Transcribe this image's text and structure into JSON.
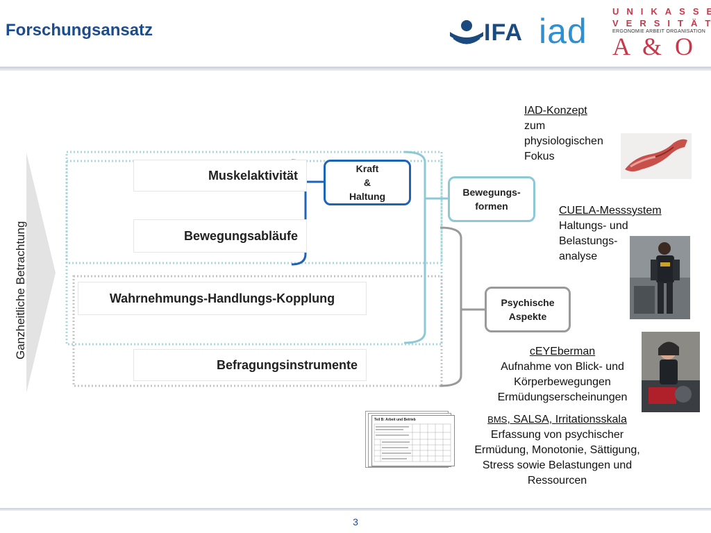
{
  "header": {
    "title": "Forschungsansatz",
    "logos": {
      "ifa": "IFA",
      "iad": "IAD",
      "uni_line1": "UNIKASSEL",
      "uni_line2": "VERSITÄT",
      "uni_line3": "ERGONOMIE ARBEIT ORGANISATION",
      "uni_ao": "A & O"
    }
  },
  "side_label": "Ganzheitliche Betrachtung",
  "rows": {
    "muskel": "Muskelaktivität",
    "bewegung": "Bewegungsabläufe",
    "wahrnehmung": "Wahrnehmungs-Handlungs-Kopplung",
    "befragung": "Befragungsinstrumente"
  },
  "nodes": {
    "kraft": [
      "Kraft",
      "&",
      "Haltung"
    ],
    "bewegungsformen": [
      "Bewegungs-",
      "formen"
    ],
    "psychische": [
      "Psychische",
      "Aspekte"
    ]
  },
  "annotations": {
    "iad": {
      "title": "IAD-Konzept",
      "lines": [
        "zum",
        "physiologischen",
        "Fokus"
      ]
    },
    "cuela": {
      "title": "CUELA-Messsystem",
      "lines": [
        "Haltungs- und",
        "Belastungs-",
        "analyse"
      ]
    },
    "ceye": {
      "title": "cEYEberman",
      "lines": [
        "Aufnahme von Blick- und",
        "Körperbewegungen",
        "Ermüdungserscheinungen"
      ]
    },
    "bms": {
      "title_small": "BMS",
      "title_rest": ", SALSA, Irritationsskala",
      "lines": [
        "Erfassung von psychischer",
        "Ermüdung, Monotonie, Sättigung,",
        "Stress sowie  Belastungen und",
        "Ressourcen"
      ]
    }
  },
  "questionnaire": {
    "heading": "Teil B: Arbeit und Betrieb"
  },
  "page_number": "3",
  "colors": {
    "title_blue": "#1c4c8c",
    "kraft_border": "#1c64b4",
    "bewegung_border": "#8cc9d5",
    "psy_border": "#9a9a9a",
    "logo_red": "#c8384a",
    "iad_blue": "#2e90d0"
  }
}
